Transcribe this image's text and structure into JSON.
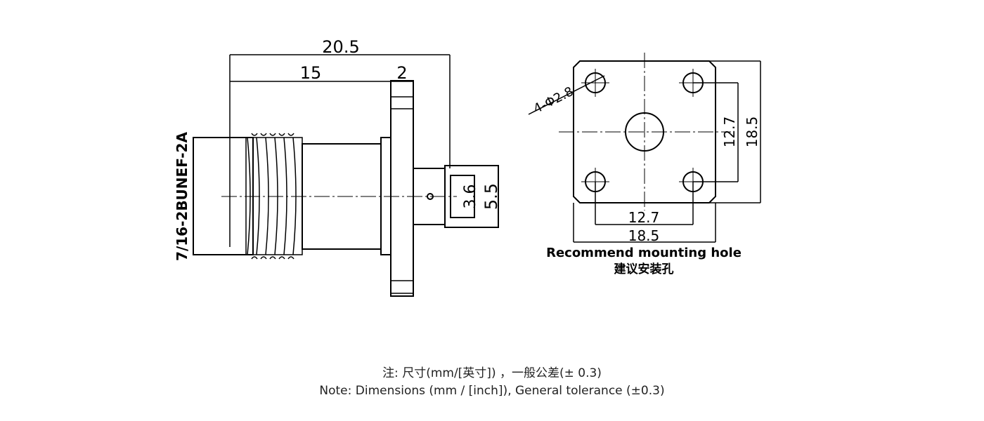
{
  "side_view": {
    "overall_length": "20.5",
    "body_length": "15",
    "flange_thickness": "2",
    "thread_spec": "7/16-2BUNEF-2A",
    "pin_diameter": "3.6",
    "insulator_diameter": "5.5"
  },
  "mounting_view": {
    "hole_callout": "4-Φ2.8",
    "hole_spacing_vertical": "12.7",
    "flange_size_vertical": "18.5",
    "hole_spacing_horizontal": "12.7",
    "flange_size_horizontal": "18.5",
    "caption_en": "Recommend mounting hole",
    "caption_cn": "建议安装孔"
  },
  "notes": {
    "line_cn": "注: 尺寸(mm/[英寸]) ，一般公差(± 0.3)",
    "line_en": "Note: Dimensions (mm / [inch]), General tolerance (±0.3)"
  }
}
